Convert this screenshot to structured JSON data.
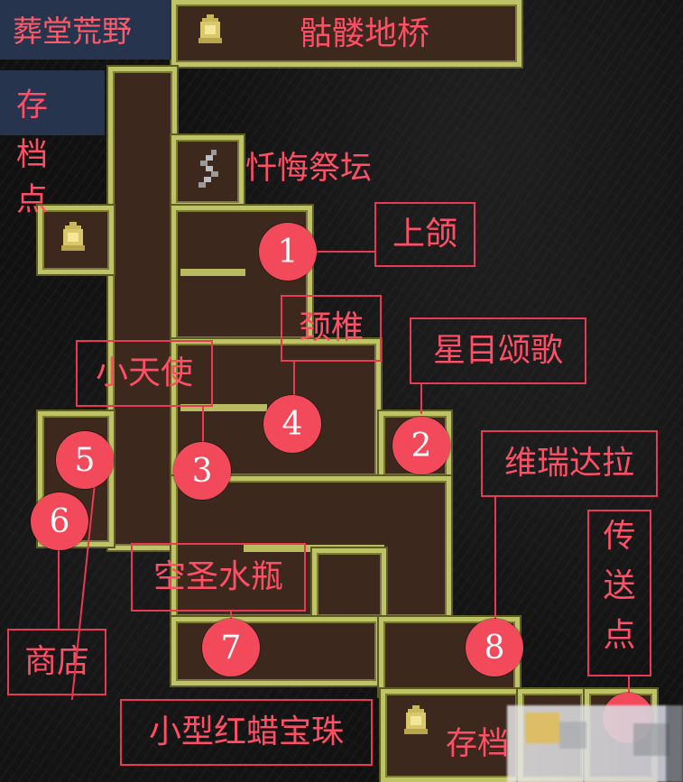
{
  "area_tags": {
    "top_left": "葬堂荒野",
    "bridge": "骷髅地桥",
    "save_vertical": [
      "存",
      "档",
      "点"
    ]
  },
  "labels": {
    "altar": "忏悔祭坛",
    "upper_jaw": "上颌",
    "neck_vertebra": "颈椎",
    "star_hymn": "星目颂歌",
    "cherub": "小天使",
    "veridiana": "维瑞达拉",
    "teleport": [
      "传",
      "送",
      "点"
    ],
    "empty_flask": "空圣水瓶",
    "shop": "商店",
    "small_red_wax": "小型红蜡宝珠",
    "save_bottom": "存档"
  },
  "markers": [
    "1",
    "2",
    "3",
    "4",
    "5",
    "6",
    "7",
    "8"
  ],
  "colors": {
    "room_fill": "#3d281e",
    "wall": "#bfc368",
    "label_red": "#ff4f66",
    "marker_red": "#f24a5a",
    "tag_bg": "#27344e"
  },
  "icons": [
    "lantern-icon",
    "altar-icon"
  ]
}
